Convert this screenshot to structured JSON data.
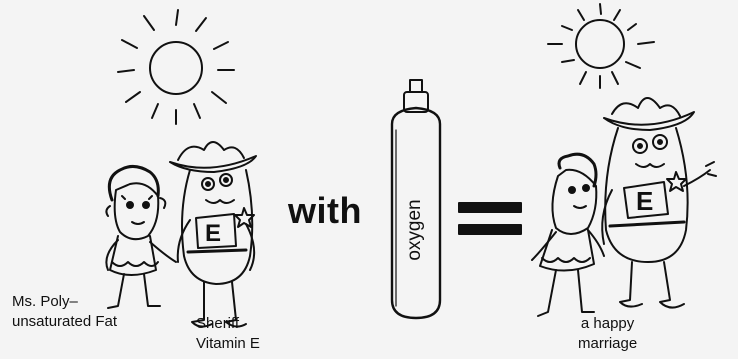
{
  "labels": {
    "poly": [
      "Ms. Poly–",
      "unsaturated Fat"
    ],
    "sheriff": [
      "Sheriff",
      "Vitamin E"
    ],
    "with": "with",
    "bottle": "oxygen",
    "result": [
      "a happy",
      "marriage"
    ],
    "badge_letter": "E"
  },
  "icons": [
    "sun-icon",
    "sun-icon",
    "oxygen-bottle",
    "equals-sign"
  ],
  "colors": {
    "ink": "#111111",
    "background": "#f4f4f4"
  }
}
